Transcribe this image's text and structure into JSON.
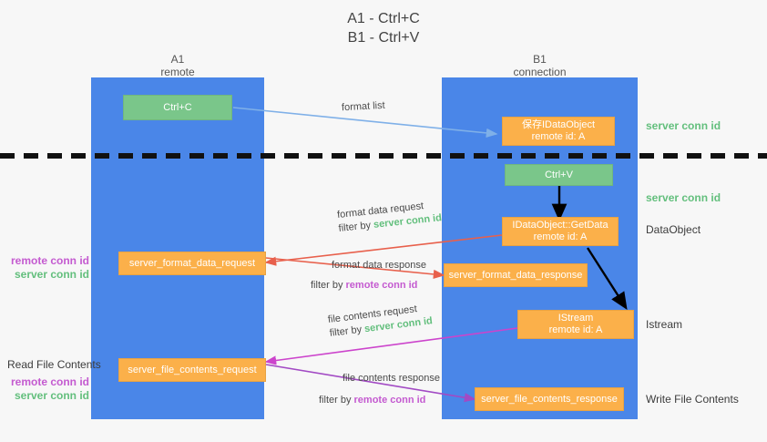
{
  "title": {
    "line1": "A1 - Ctrl+C",
    "line2": "B1 - Ctrl+V"
  },
  "columns": [
    {
      "name": "A1",
      "sub": "remote"
    },
    {
      "name": "B1",
      "sub": "connection"
    }
  ],
  "nodes": {
    "ctrl_c": {
      "line1": "Ctrl+C",
      "line2": ""
    },
    "save_dataobj": {
      "line1": "保存IDataObject",
      "line2": "remote id: A"
    },
    "ctrl_v": {
      "line1": "Ctrl+V",
      "line2": ""
    },
    "getdata": {
      "line1": "IDataObject::GetData",
      "line2": "remote id: A"
    },
    "istream": {
      "line1": "IStream",
      "line2": "remote id: A"
    },
    "fmt_req": {
      "line1": "server_format_data_request",
      "line2": ""
    },
    "fmt_resp": {
      "line1": "server_format_data_response",
      "line2": ""
    },
    "file_req": {
      "line1": "server_file_contents_request",
      "line2": ""
    },
    "file_resp": {
      "line1": "server_file_contents_response",
      "line2": ""
    }
  },
  "right_captions": {
    "server_conn_id_1": "server conn id",
    "server_conn_id_2": "server conn id",
    "dataobject": "DataObject",
    "istream": "Istream",
    "write_file_contents": "Write File Contents"
  },
  "left_captions": {
    "remote_conn_id_1": "remote conn id",
    "server_conn_id_1": "server conn id",
    "read_file_contents": "Read File Contents",
    "remote_conn_id_2": "remote conn id",
    "server_conn_id_2": "server conn id"
  },
  "edges": [
    {
      "id": "format_list",
      "label": "format list",
      "filter_prefix": "",
      "filter_key": ""
    },
    {
      "id": "format_data_request",
      "label": "format data request",
      "filter_prefix": "filter by",
      "filter_key": "server conn id"
    },
    {
      "id": "format_data_response",
      "label": "format data response",
      "filter_prefix": "filter by",
      "filter_key": "remote conn id"
    },
    {
      "id": "file_contents_request",
      "label": "file contents request",
      "filter_prefix": "filter by",
      "filter_key": "server conn id"
    },
    {
      "id": "file_contents_response",
      "label": "file contents response",
      "filter_prefix": "filter by",
      "filter_key": "remote conn id"
    }
  ],
  "colors": {
    "lane": "#4a86e8",
    "green_node": "#7ac68a",
    "orange_node": "#fbb04a",
    "green_text": "#63bf7d",
    "magenta_text": "#c45ad0",
    "arrow_blue": "#7fb0e8",
    "arrow_red": "#e8604c",
    "arrow_magenta": "#cc44cc",
    "arrow_purple": "#a24ac4",
    "arrow_black": "#000000",
    "background": "#f7f7f7"
  }
}
